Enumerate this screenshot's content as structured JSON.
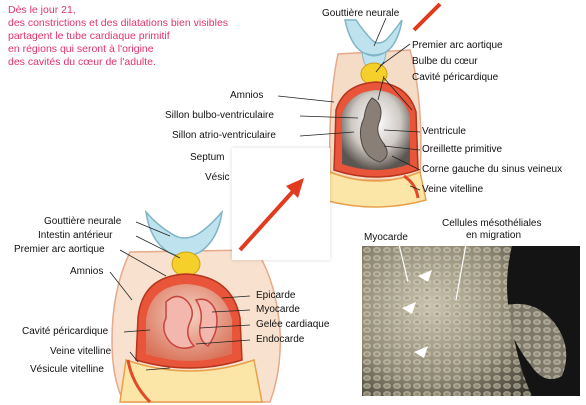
{
  "intro": {
    "lines": [
      "Dès le jour 21,",
      "des constrictions et des dilatations bien visibles",
      "partagent le tube cardiaque primitif",
      "en régions qui seront à l'origine",
      "des cavités du cœur de l'adulte."
    ]
  },
  "top_figure": {
    "labels": {
      "gouttiere": "Gouttière neurale",
      "premier_arc": "Premier arc aortique",
      "bulbe": "Bulbe du cœur",
      "cavite": "Cavité péricardique",
      "amnios": "Amnios",
      "sillon_bulbo": "Sillon bulbo-ventriculaire",
      "sillon_atrio": "Sillon atrio-ventriculaire",
      "septum": "Septum",
      "vesicule": "Vésic",
      "ventricule": "Ventricule",
      "oreillette": "Oreillette primitive",
      "corne": "Corne gauche du sinus veineux",
      "veine": "Veine vitelline"
    }
  },
  "bottom_figure": {
    "labels": {
      "gouttiere": "Gouttière neurale",
      "intestin": "Intestin antérieur",
      "premier_arc": "Premier arc aortique",
      "amnios": "Amnios",
      "cavite": "Cavité péricardique",
      "veine": "Veine vitelline",
      "vesicule": "Vésicule vitelline",
      "epicarde": "Epicarde",
      "myocarde": "Myocarde",
      "gelee": "Gelée cardiaque",
      "endocarde": "Endocarde"
    }
  },
  "micrograph": {
    "labels": {
      "myocarde": "Myocarde",
      "cellules_1": "Cellules mésothéliales",
      "cellules_2": "en migration"
    }
  },
  "colors": {
    "intro_text": "#e2336b",
    "arrow": "#e23a1c",
    "neural_tube": "#bfe3ee",
    "notochord": "#f5d02a",
    "heart_wall": "#e8553a",
    "cavity": "#f1b49a",
    "tissue": "#f0c8a8"
  }
}
